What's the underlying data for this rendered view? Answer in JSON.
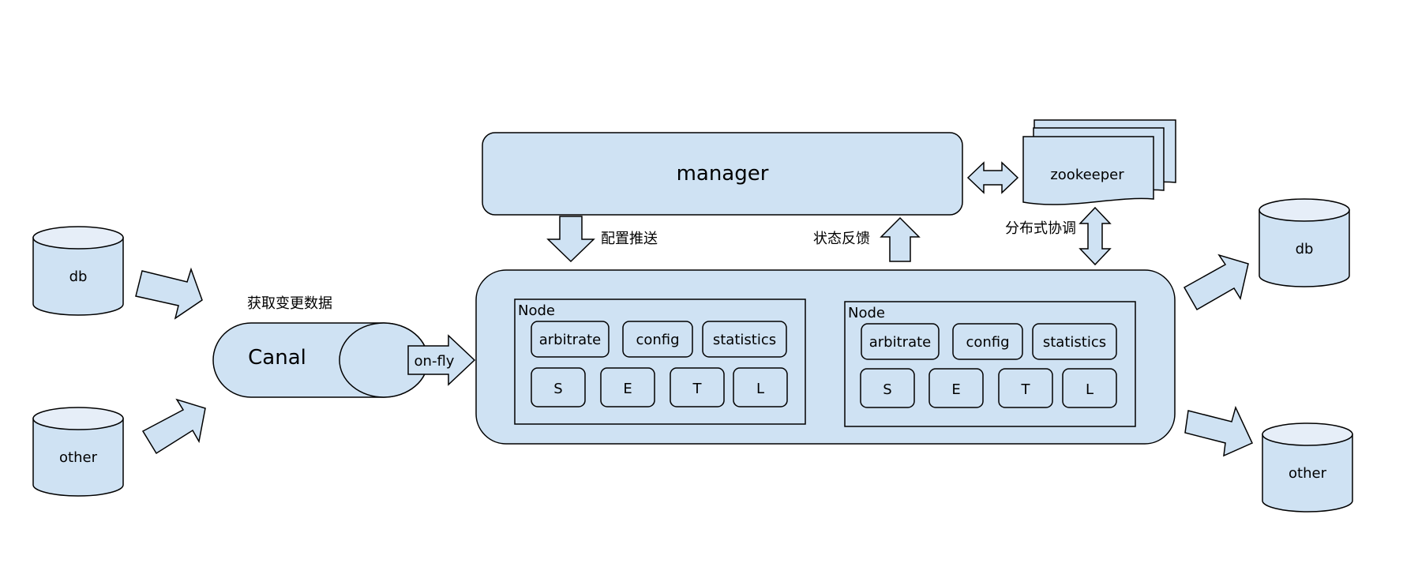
{
  "colors": {
    "fill": "#cfe2f3",
    "stroke": "#000000",
    "cylinder_top": "#e6eef8"
  },
  "sources": {
    "db": "db",
    "other": "other"
  },
  "targets": {
    "db": "db",
    "other": "other"
  },
  "canal": {
    "label": "Canal",
    "caption": "获取变更数据",
    "onfly": "on-fly"
  },
  "manager": {
    "label": "manager"
  },
  "zookeeper": {
    "label": "zookeeper",
    "caption": "分布式协调"
  },
  "edges": {
    "config_push": "配置推送",
    "status_feedback": "状态反馈"
  },
  "nodes": [
    {
      "title": "Node",
      "modules": [
        "arbitrate",
        "config",
        "statistics"
      ],
      "stages": [
        "S",
        "E",
        "T",
        "L"
      ]
    },
    {
      "title": "Node",
      "modules": [
        "arbitrate",
        "config",
        "statistics"
      ],
      "stages": [
        "S",
        "E",
        "T",
        "L"
      ]
    }
  ]
}
